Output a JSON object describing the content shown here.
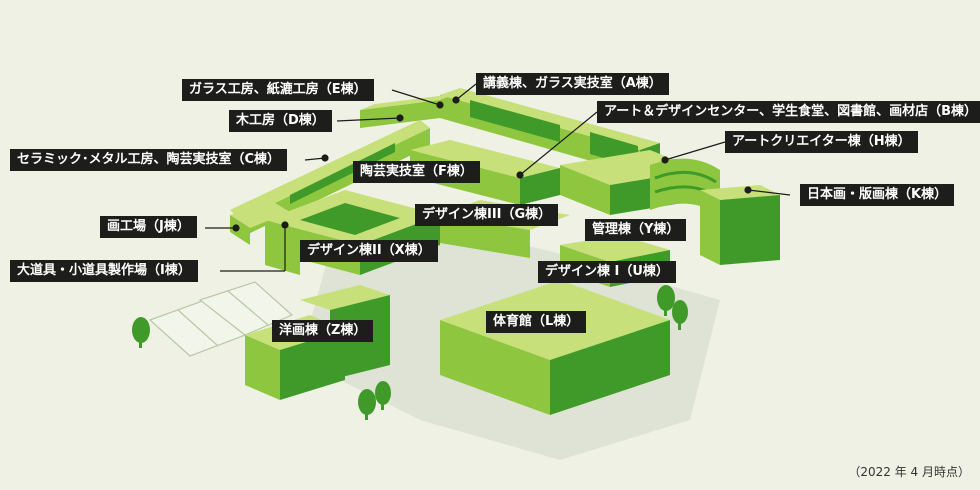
{
  "colors": {
    "background": "#eef1e4",
    "green_light": "#c7e07a",
    "green_mid": "#8ec63f",
    "green_dark": "#3f9a2a",
    "label_bg": "#1d1d1b",
    "label_text": "#ffffff"
  },
  "buildings": [
    {
      "id": "A",
      "label": "講義棟、ガラス実技室（A棟）"
    },
    {
      "id": "E",
      "label": "ガラス工房、紙漉工房（E棟）"
    },
    {
      "id": "B",
      "label": "アート＆デザインセンター、学生食堂、図書館、画材店（B棟）"
    },
    {
      "id": "D",
      "label": "木工房（D棟）"
    },
    {
      "id": "H",
      "label": "アートクリエイター棟（H棟）"
    },
    {
      "id": "C",
      "label": "セラミック･メタル工房、陶芸実技室（C棟）"
    },
    {
      "id": "F",
      "label": "陶芸実技室（F棟）"
    },
    {
      "id": "K",
      "label": "日本画・版画棟（K棟）"
    },
    {
      "id": "G",
      "label": "デザイン棟III（G棟）"
    },
    {
      "id": "J",
      "label": "画工場（J棟）"
    },
    {
      "id": "Y",
      "label": "管理棟（Y棟）"
    },
    {
      "id": "X",
      "label": "デザイン棟II（X棟）"
    },
    {
      "id": "I",
      "label": "大道具・小道具製作場（I棟）"
    },
    {
      "id": "U",
      "label": "デザイン棟 I（U棟）"
    },
    {
      "id": "Z",
      "label": "洋画棟（Z棟）"
    },
    {
      "id": "L",
      "label": "体育館（L棟）"
    }
  ],
  "note": "（2022 年 4 月時点）"
}
